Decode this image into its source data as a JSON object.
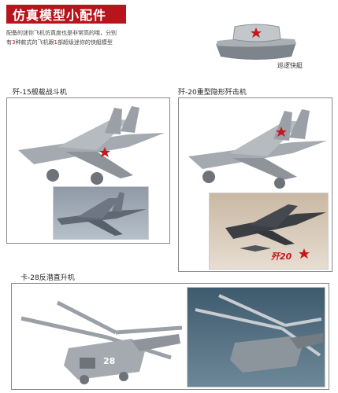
{
  "header": {
    "title": "仿真模型小配件",
    "description_line1": "配备的迷你飞机仿真度也是非常高的哦，分别",
    "description_line2_pre": "有",
    "description_line2_num1": "3",
    "description_line2_mid": "种款式的飞机跟",
    "description_line2_num2": "1",
    "description_line2_post": "部超级迷你的快艇模型"
  },
  "boat": {
    "label": "巡逻快艇"
  },
  "sections": {
    "j15": {
      "label": "歼-15舰载战斗机"
    },
    "j20": {
      "label": "歼-20重型隐形歼击机",
      "photo_caption": "歼20"
    },
    "ka28": {
      "label": "卡-28反潜直升机",
      "number": "28"
    }
  },
  "colors": {
    "accent": "#b8141b",
    "model_gray": "#9aa0a6",
    "frame": "#888888"
  }
}
